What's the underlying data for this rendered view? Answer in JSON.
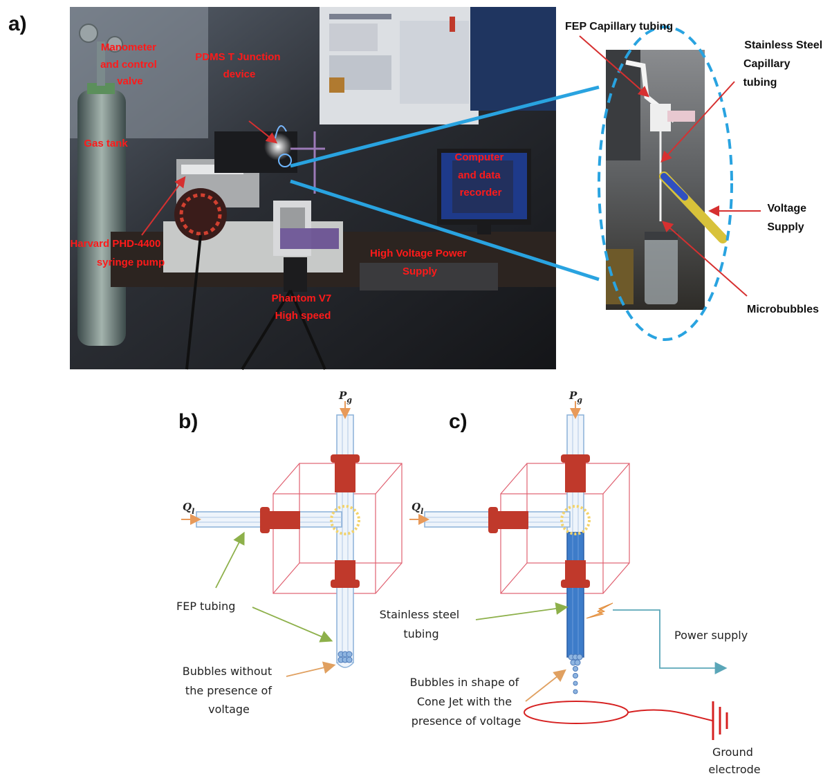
{
  "panels": {
    "a": "a)",
    "b": "b)",
    "c": "c)"
  },
  "photo_labels": {
    "manometer": [
      "Manometer",
      "and control",
      "valve"
    ],
    "pdms": [
      "PDMS T Junction",
      "device"
    ],
    "gas_tank": [
      "Gas tank"
    ],
    "computer": [
      "Computer",
      "and data",
      "recorder"
    ],
    "harvard": [
      "Harvard PHD-4400",
      "syringe pump"
    ],
    "hv_supply": [
      "High Voltage Power",
      "Supply"
    ],
    "phantom": [
      "Phantom V7",
      "High speed"
    ]
  },
  "zoom_labels": {
    "fep_capillary": [
      "FEP Capillary  tubing"
    ],
    "stainless_capillary": [
      "Stainless Steel",
      "Capillary",
      "tubing"
    ],
    "voltage_supply": [
      "Voltage",
      "Supply"
    ],
    "microbubbles": [
      "Microbubbles"
    ]
  },
  "diagram_b": {
    "pg": "P",
    "pg_sub": "g",
    "ql": "Q",
    "ql_sub": "l",
    "fep_tubing": [
      "FEP tubing"
    ],
    "bubbles_no_voltage": [
      "Bubbles without",
      "the presence  of",
      "voltage"
    ]
  },
  "diagram_c": {
    "pg": "P",
    "pg_sub": "g",
    "ql": "Q",
    "ql_sub": "l",
    "stainless_tubing": [
      "Stainless steel",
      "tubing"
    ],
    "power_supply": [
      "Power supply"
    ],
    "bubbles_cone_jet": [
      "Bubbles in shape  of",
      "Cone Jet with the",
      "presence of voltage"
    ],
    "ground_electrode": [
      "Ground",
      "electrode"
    ]
  },
  "colors": {
    "label_red": "#ff1a1a",
    "zoom_dash": "#29a3e0",
    "fitting_red": "#c0392b",
    "steel_blue": "#3d7cc9",
    "power_teal": "#5aa6b8",
    "ground_red": "#d62020",
    "arrow_green": "#8db04a",
    "arrow_tan": "#e0a060"
  }
}
